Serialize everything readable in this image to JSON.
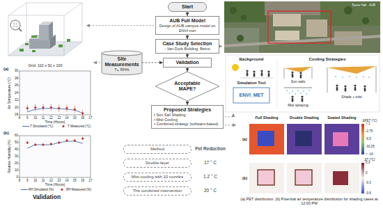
{
  "diagram": {
    "nodes": [
      {
        "text": [
          "Start"
        ]
      },
      {
        "text": [
          "AUB Full Model",
          "Design of AUB campus model on ENVI-met"
        ]
      },
      {
        "text": [
          "Case Study Selection",
          "- Van Dyck Building, Beirut"
        ]
      },
      {
        "text": [
          "Site Measurements",
          "Tₐ, RH%"
        ]
      },
      {
        "text": [
          "Validation"
        ]
      },
      {
        "text": [
          "Acceptable MAPE?"
        ]
      },
      {
        "text": [
          "Proposed Strategies",
          "• Sun Sail Shading",
          "• Mist Cooling",
          "• Combined strategy (software-based)"
        ]
      },
      {
        "text": [
          "Method"
        ]
      },
      {
        "text": [
          "Double-layer"
        ]
      },
      {
        "text": [
          "Mist cooling with 10 nozzles"
        ]
      },
      {
        "text": [
          "The combined intervention"
        ]
      }
    ],
    "edges": [
      {
        "from": 0,
        "to": 1,
        "arrow": "to"
      },
      {
        "from": 1,
        "to": 2,
        "arrow": "to"
      },
      {
        "from": 2,
        "to": 4,
        "arrow": "to"
      },
      {
        "from": 3,
        "to": 4,
        "arrow": "to"
      },
      {
        "from": 4,
        "to": 5,
        "arrow": "to"
      },
      {
        "from": 5,
        "to": 6,
        "arrow": "to"
      }
    ],
    "labels": [
      "Grid: 110 x 91 x 100",
      "(a)",
      "Air Temperature (°C)",
      "18",
      "20",
      "22",
      "24",
      "26",
      "28",
      "30",
      "8",
      "9",
      "10",
      "11",
      "12",
      "13",
      "14",
      "15",
      "16",
      "17",
      "Time (Hours)",
      "(b)",
      "Relative Humidity (%)",
      "0",
      "10",
      "20",
      "30",
      "40",
      "50",
      "60",
      "8",
      "9",
      "10",
      "11",
      "12",
      "13",
      "14",
      "15",
      "16",
      "17",
      "Time (Hours)",
      "Validation",
      "Stone Hall - AUB",
      "Background",
      "Cooling Strategies",
      "Sun sails",
      "Mist spraying",
      "Shade + mist",
      "Simulation Tool",
      "ENVI_MET",
      "Pet Reduction",
      "17 ° C",
      "1.2 ° C",
      "20 ° C",
      "Full Shading",
      "Double Shading",
      "Seated Shading",
      "(a)",
      "(b)",
      "ΔPET (°C)",
      "> 1",
      "-2.75",
      "-6.5",
      "-10.25",
      "< -14",
      "ΔT (°C)",
      "0.3",
      "0",
      "-0.3",
      "-0.6",
      "(a) PET distribution. (b) Potential air temperature distribution for shading cases at 12:00 PM"
    ],
    "legend": [
      {
        "text": "T Simulated (°C)"
      },
      {
        "text": "T Measured (°C)"
      },
      {
        "text": "RH Simulated (%)"
      },
      {
        "text": "RH Measured (%)"
      }
    ]
  }
}
